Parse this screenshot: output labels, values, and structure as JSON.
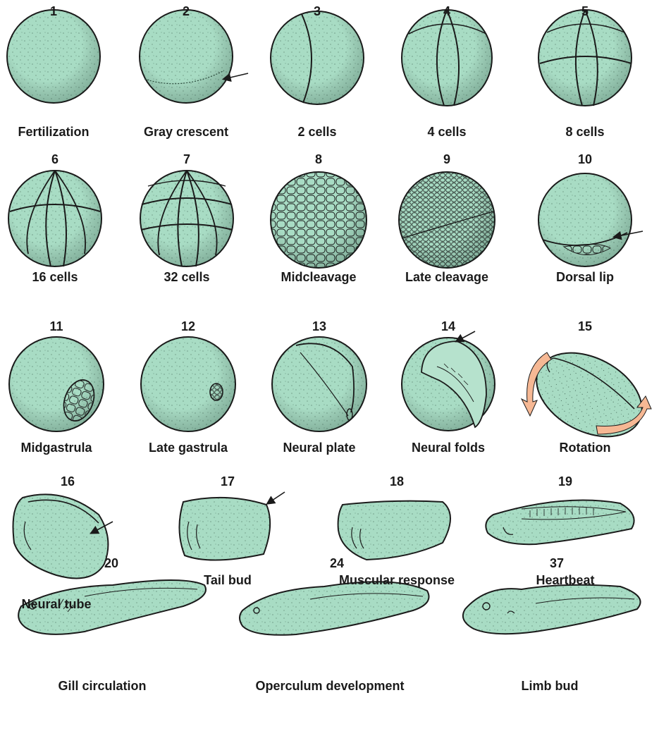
{
  "stages": [
    {
      "number": "1",
      "name": "Fertilization"
    },
    {
      "number": "2",
      "name": "Gray crescent"
    },
    {
      "number": "3",
      "name": "2 cells"
    },
    {
      "number": "4",
      "name": "4 cells"
    },
    {
      "number": "5",
      "name": "8 cells"
    },
    {
      "number": "6",
      "name": "16 cells"
    },
    {
      "number": "7",
      "name": "32 cells"
    },
    {
      "number": "8",
      "name": "Midcleavage"
    },
    {
      "number": "9",
      "name": "Late cleavage"
    },
    {
      "number": "10",
      "name": "Dorsal lip"
    },
    {
      "number": "11",
      "name": "Midgastrula"
    },
    {
      "number": "12",
      "name": "Late gastrula"
    },
    {
      "number": "13",
      "name": "Neural plate"
    },
    {
      "number": "14",
      "name": "Neural folds"
    },
    {
      "number": "15",
      "name": "Rotation"
    },
    {
      "number": "16",
      "name": "Neural tube"
    },
    {
      "number": "17",
      "name": "Tail bud"
    },
    {
      "number": "18",
      "name": "Muscular response"
    },
    {
      "number": "19",
      "name": "Heartbeat"
    },
    {
      "number": "20",
      "name": "Gill circulation"
    },
    {
      "number": "24",
      "name": "Operculum development"
    },
    {
      "number": "37",
      "name": "Limb bud"
    }
  ],
  "colors": {
    "embryo_fill": "#a8dcc4",
    "outline": "#1a1a1a",
    "rotation_arrow": "#f6b894"
  }
}
